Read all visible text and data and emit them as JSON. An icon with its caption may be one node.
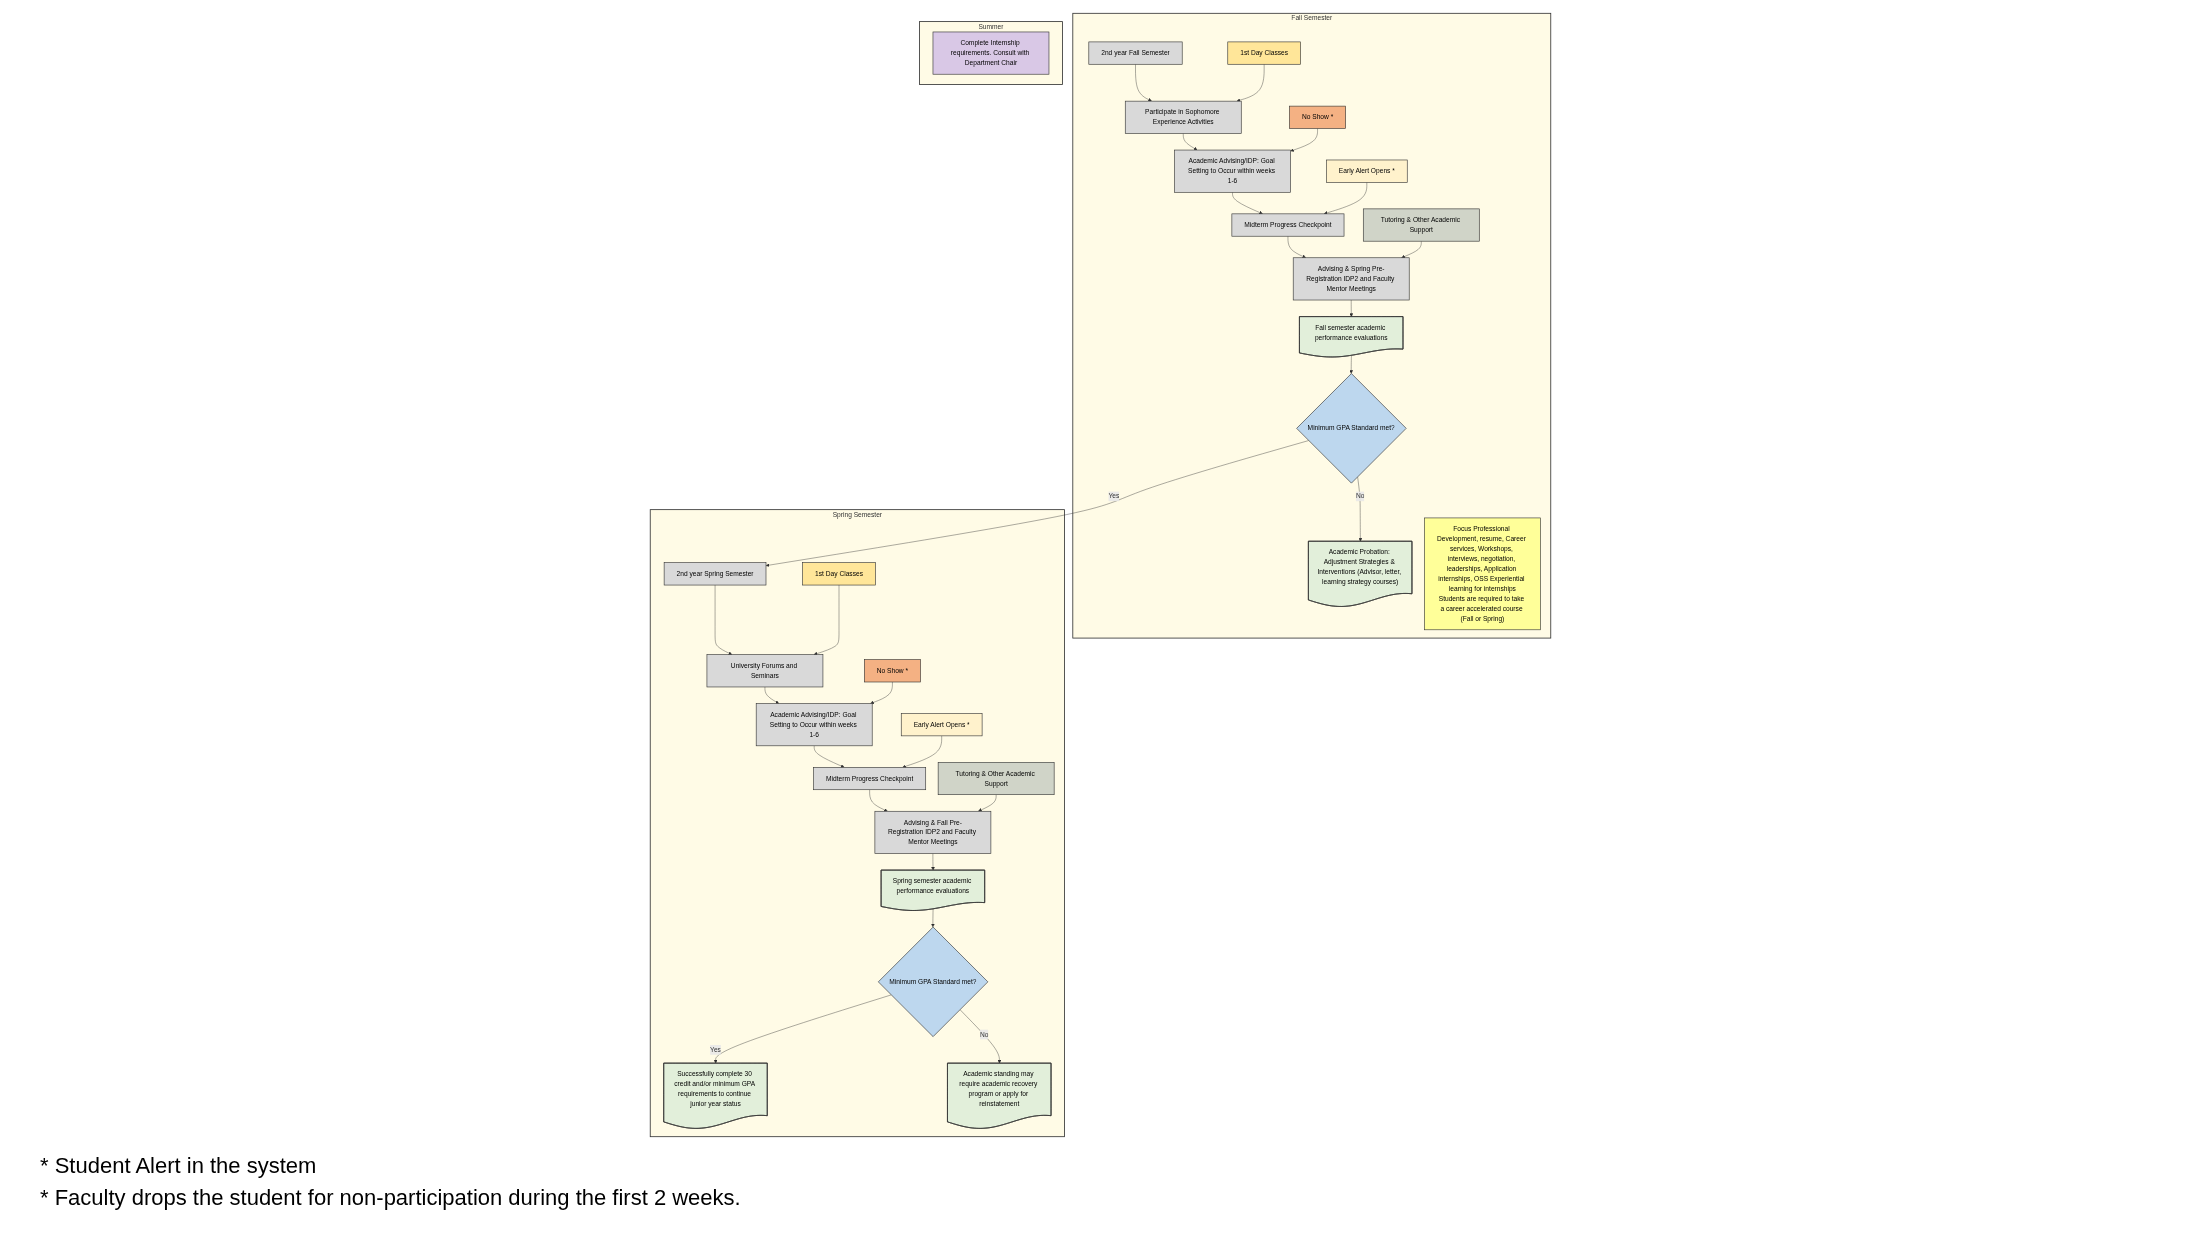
{
  "diagram": {
    "nodes": [
      {
        "text": [
          "Fall Semester"
        ]
      },
      {
        "text": [
          "2nd year Fall Semester"
        ],
        "in": 0
      },
      {
        "text": [
          "Participate in Sophomore Experience Activities"
        ],
        "in": 0
      },
      {
        "text": [
          "Academic Advising/IDP: Goal Setting to Occur within weeks 1-6"
        ],
        "in": 0
      },
      {
        "text": [
          "Midterm Progress Checkpoint"
        ],
        "in": 0
      },
      {
        "text": [
          "Advising & Spring Pre-Registration IDP2 and Faculty Mentor Meetings"
        ],
        "in": 0
      },
      {
        "text": [
          "Fall semester academic performance evaluations"
        ],
        "in": 0
      },
      {
        "text": [
          "1st Day Classes"
        ],
        "in": 0
      },
      {
        "text": [
          "No Show *"
        ],
        "in": 0
      },
      {
        "text": [
          "Early Alert Opens *"
        ],
        "in": 0
      },
      {
        "text": [
          "Tutoring & Other Academic Support"
        ],
        "in": 0
      },
      {
        "text": [
          "Academic Probation: Adjustment Strategies & Interventions (Advisor, letter, learning strategy courses)"
        ],
        "in": 0
      },
      {
        "text": [
          "Minimum GPA Standard met?"
        ],
        "in": 0
      },
      {
        "text": [
          "Focus Professional Development, resume, Career services, Workshops, interviews, negotiation, leaderships, Application internships, OSS Experiential learning for internships",
          "Students are required to take a career accelerated course (Fall or Spring)"
        ],
        "in": 0
      },
      {
        "text": [
          "Spring Semester"
        ]
      },
      {
        "text": [
          "2nd year Spring Semester"
        ],
        "in": 14
      },
      {
        "text": [
          "University Forums and Seminars"
        ],
        "in": 14
      },
      {
        "text": [
          "Academic Advising/IDP: Goal Setting to Occur within weeks 1-6"
        ],
        "in": 14
      },
      {
        "text": [
          "Midterm Progress Checkpoint"
        ],
        "in": 14
      },
      {
        "text": [
          "Advising & Fall Pre-Registration IDP2 and Faculty Mentor Meetings"
        ],
        "in": 14
      },
      {
        "text": [
          "Spring semester academic performance evaluations"
        ],
        "in": 14
      },
      {
        "text": [
          "1st Day Classes"
        ],
        "in": 14
      },
      {
        "text": [
          "No Show *"
        ],
        "in": 14
      },
      {
        "text": [
          "Early Alert Opens *"
        ],
        "in": 14
      },
      {
        "text": [
          "Tutoring & Other Academic Support"
        ],
        "in": 14
      },
      {
        "text": [
          "Successfully complete 30 credit and/or minimum GPA requirements to continue junior year status"
        ],
        "in": 14
      },
      {
        "text": [
          "Minimum GPA Standard met?"
        ],
        "in": 14
      },
      {
        "text": [
          "Academic standing may require academic recovery program or apply for reinstatement"
        ],
        "in": 14
      },
      {
        "text": [
          "Summer"
        ]
      },
      {
        "text": [
          "Complete Internship requirements. Consult with Department Chair"
        ],
        "in": 28
      }
    ],
    "edges": [
      {
        "from": 1,
        "to": 2,
        "arrow": "to"
      },
      {
        "from": 7,
        "to": 2,
        "arrow": "to"
      },
      {
        "from": 2,
        "to": 3,
        "arrow": "to"
      },
      {
        "from": 8,
        "to": 3,
        "arrow": "to"
      },
      {
        "from": 3,
        "to": 4,
        "arrow": "to"
      },
      {
        "from": 9,
        "to": 4,
        "arrow": "to"
      },
      {
        "from": 4,
        "to": 5,
        "arrow": "to"
      },
      {
        "from": 10,
        "to": 5,
        "arrow": "to"
      },
      {
        "from": 5,
        "to": 6,
        "arrow": "to"
      },
      {
        "from": 6,
        "to": 12,
        "arrow": "to"
      },
      {
        "from": 12,
        "to": 11,
        "arrow": "to",
        "label": "No"
      },
      {
        "from": 12,
        "to": 15,
        "arrow": "to",
        "label": "Yes"
      },
      {
        "from": 15,
        "to": 16,
        "arrow": "to"
      },
      {
        "from": 21,
        "to": 16,
        "arrow": "to"
      },
      {
        "from": 16,
        "to": 17,
        "arrow": "to"
      },
      {
        "from": 22,
        "to": 17,
        "arrow": "to"
      },
      {
        "from": 17,
        "to": 18,
        "arrow": "to"
      },
      {
        "from": 23,
        "to": 18,
        "arrow": "to"
      },
      {
        "from": 18,
        "to": 19,
        "arrow": "to"
      },
      {
        "from": 24,
        "to": 19,
        "arrow": "to"
      },
      {
        "from": 19,
        "to": 20,
        "arrow": "to"
      },
      {
        "from": 20,
        "to": 26,
        "arrow": "to"
      },
      {
        "from": 26,
        "to": 25,
        "arrow": "to",
        "label": "Yes"
      },
      {
        "from": 26,
        "to": 27,
        "arrow": "to",
        "label": "No"
      }
    ],
    "labels": [
      "* Student Alert in the system",
      "* Faculty drops the student for non-participation during the first 2 weeks."
    ]
  }
}
